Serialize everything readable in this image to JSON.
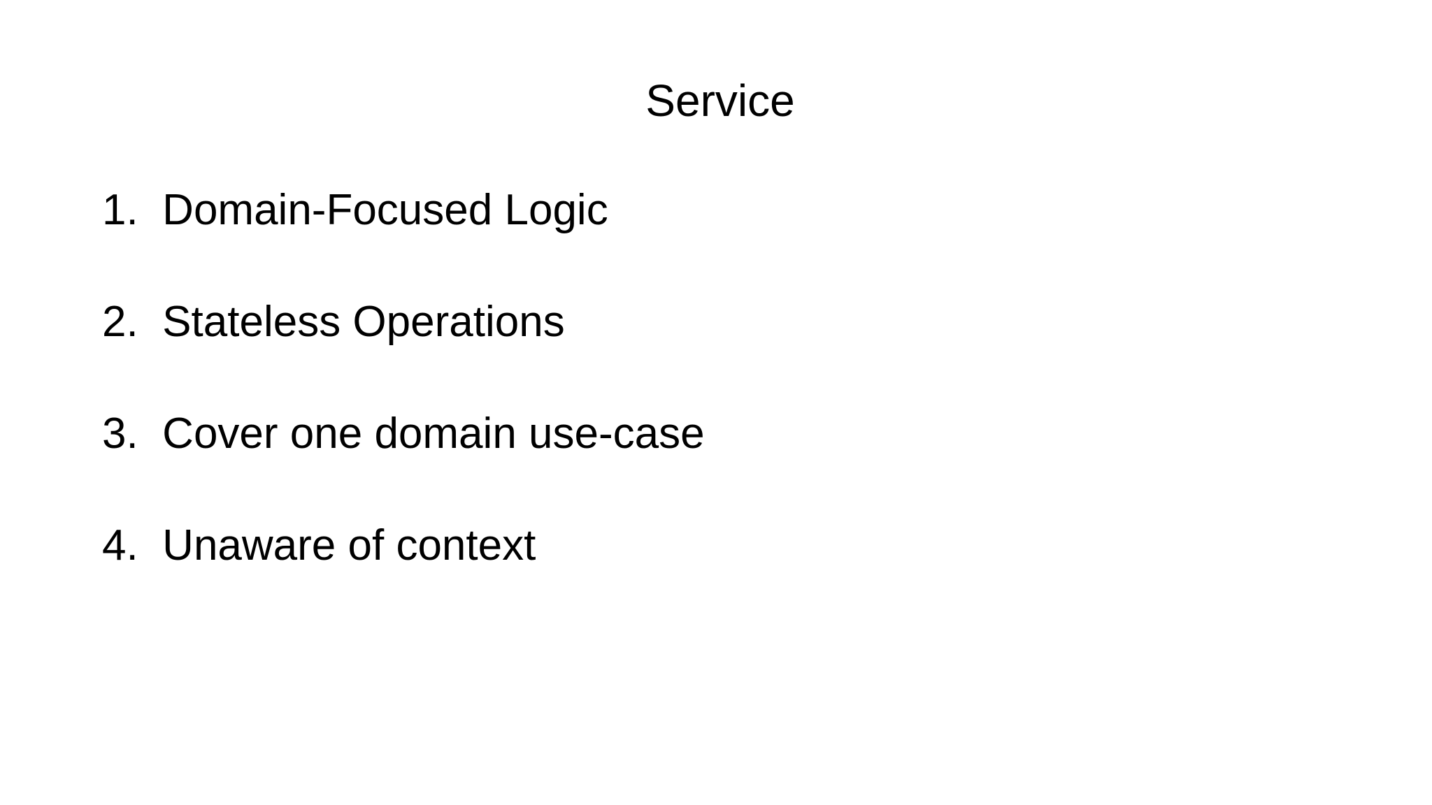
{
  "slide": {
    "background_color": "#ffffff",
    "text_color": "#000000",
    "title": "Service",
    "items": [
      {
        "number": "1.",
        "text": "Domain-Focused Logic",
        "full": "1. Domain-Focused Logic"
      },
      {
        "number": "2.",
        "text": "Stateless Operations",
        "full": "2. Stateless Operations"
      },
      {
        "number": "3.",
        "text": "Cover one domain use-case",
        "full": "3. Cover one domain use-case"
      },
      {
        "number": "4.",
        "text": "Unaware of context",
        "full": "4. Unaware of context"
      }
    ]
  }
}
